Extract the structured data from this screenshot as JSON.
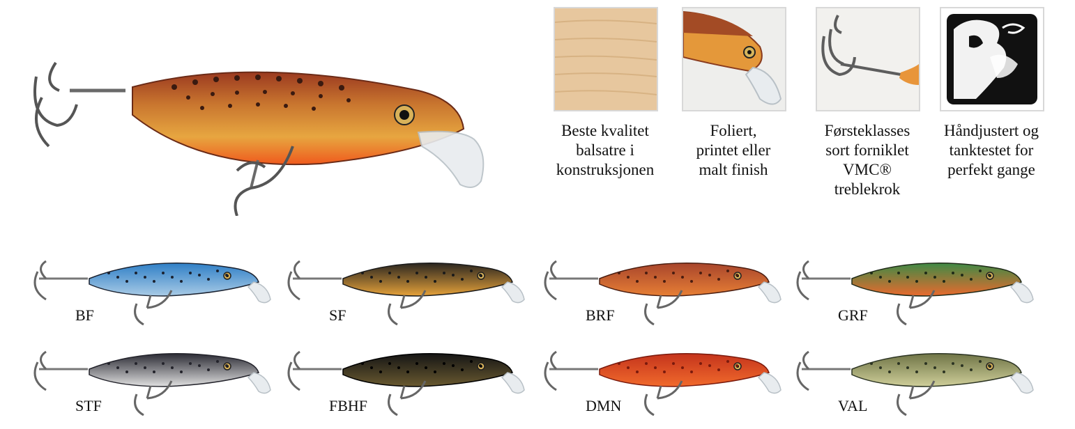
{
  "hero": {
    "icon": "lure-icon"
  },
  "features": [
    {
      "icon": "balsa-wood-icon",
      "caption": "Beste kvalitet\nbalsatre i\nkonstruksjonen"
    },
    {
      "icon": "foil-finish-icon",
      "caption": "Foliert,\nprintet eller\nmalt finish"
    },
    {
      "icon": "treble-hook-icon",
      "caption": "Førsteklasses\nsort forniklet\nVMC®\ntreblekrok"
    },
    {
      "icon": "hand-tuned-icon",
      "caption": "Håndjustert og\ntanktestet for\nperfekt gange"
    }
  ],
  "lures": [
    {
      "code": "BF",
      "back": "#2f7fc6",
      "belly": "#a9cbe6",
      "spot": "#1b2230"
    },
    {
      "code": "SF",
      "back": "#2a2620",
      "belly": "#e6a23a",
      "spot": "#1a1a1a"
    },
    {
      "code": "BRF",
      "back": "#a8452c",
      "belly": "#e77f35",
      "spot": "#4a1d10"
    },
    {
      "code": "GRF",
      "back": "#3f8a46",
      "belly": "#e96a2e",
      "spot": "#1f2a18"
    },
    {
      "code": "STF",
      "back": "#2b2b34",
      "belly": "#e0e0e0",
      "spot": "#23232b"
    },
    {
      "code": "FBHF",
      "back": "#151515",
      "belly": "#6a5a30",
      "spot": "#000000"
    },
    {
      "code": "DMN",
      "back": "#c4341c",
      "belly": "#f16a2c",
      "spot": "#7a1a0d"
    },
    {
      "code": "VAL",
      "back": "#6f7446",
      "belly": "#cfcf9a",
      "spot": "#2c3423"
    }
  ]
}
